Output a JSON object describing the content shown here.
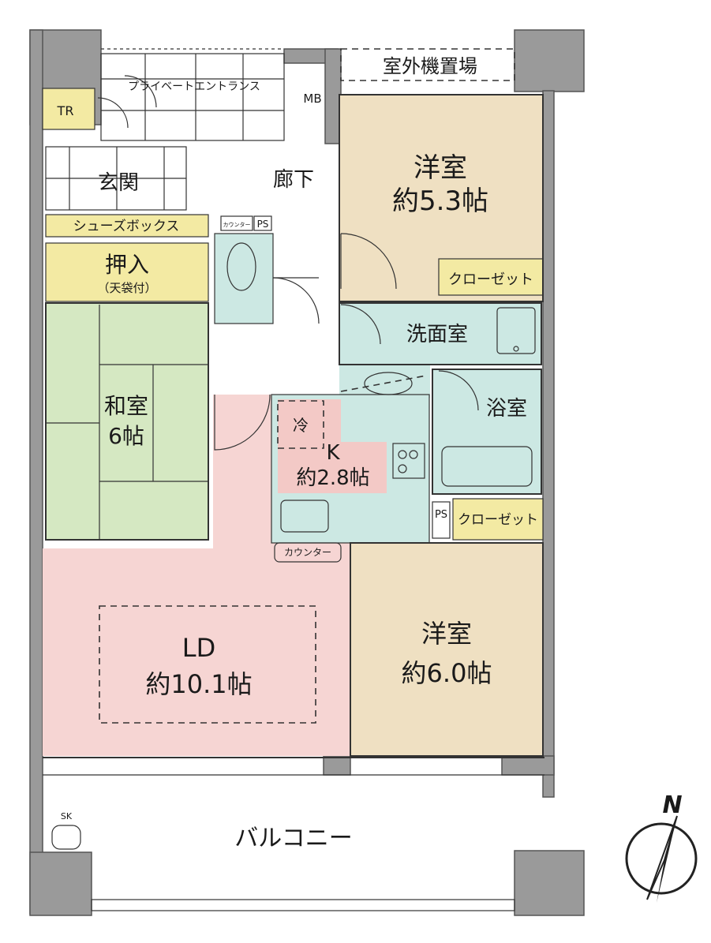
{
  "rooms": {
    "western_north": {
      "name": "洋室",
      "size": "約5.3帖"
    },
    "western_south": {
      "name": "洋室",
      "size": "約6.0帖"
    },
    "japanese": {
      "name": "和室",
      "size": "6帖"
    },
    "ld": {
      "name": "LD",
      "size": "約10.1帖"
    },
    "kitchen": {
      "name": "K",
      "size": "約2.8帖"
    },
    "washroom": {
      "name": "洗面室"
    },
    "bathroom": {
      "name": "浴室"
    },
    "corridor": {
      "name": "廊下"
    },
    "entrance": {
      "name": "玄関"
    },
    "storage": {
      "name": "押入",
      "note": "（天袋付）"
    },
    "balcony": {
      "name": "バルコニー"
    }
  },
  "fixtures": {
    "outdoor_unit": "室外機置場",
    "private_entrance": "プライベートエントランス",
    "mb": "MB",
    "tr": "TR",
    "shoe_box": "シューズボックス",
    "closet_north": "クローゼット",
    "closet_south": "クローゼット",
    "fridge": "冷",
    "counter_toilet": "カウンター",
    "ps_toilet": "PS",
    "counter_kitchen": "カウンター",
    "ps_bath": "PS",
    "sk": "SK"
  },
  "compass": {
    "label": "N"
  },
  "colors": {
    "western": "#efe0c2",
    "wet": "#cce8e3",
    "ld": "#f6d5d3",
    "kitchen_pink": "#f3c9c6",
    "japanese": "#d5e8c2",
    "yellow": "#f3eaa3",
    "wall": "#9a9a9a"
  }
}
